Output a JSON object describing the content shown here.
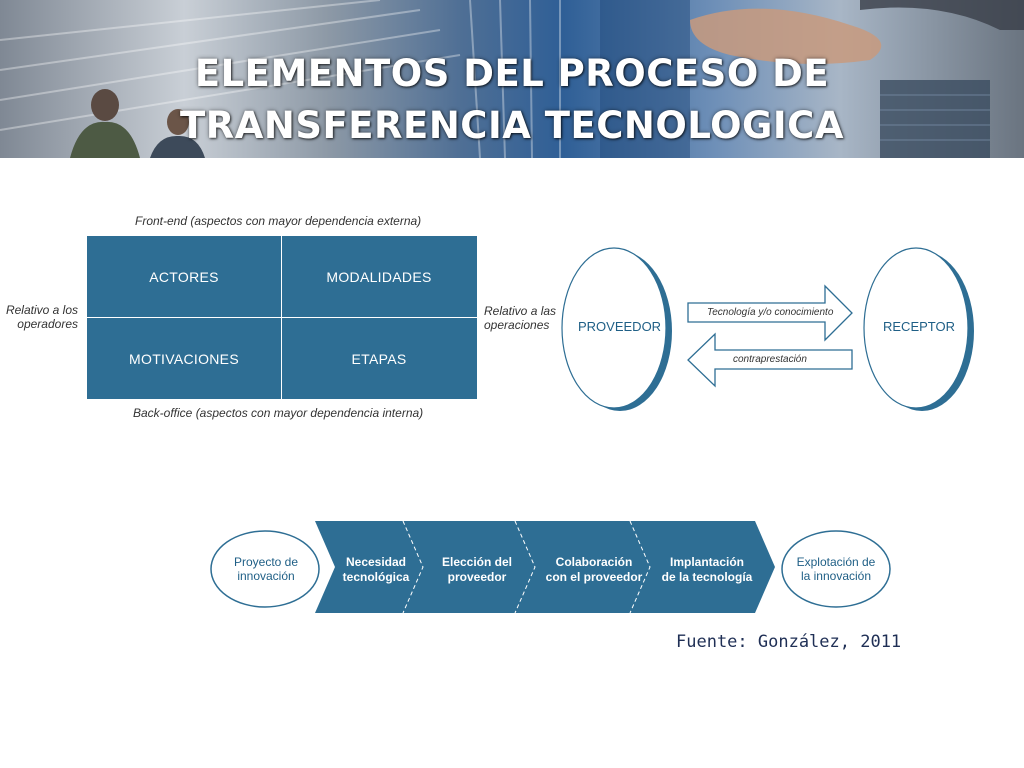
{
  "header": {
    "title_line1": "ELEMENTOS DEL PROCESO DE",
    "title_line2": "TRANSFERENCIA TECNOLOGICA"
  },
  "matrix": {
    "top_label": "Front-end (aspectos con mayor dependencia externa)",
    "bottom_label": "Back-office (aspectos con mayor dependencia interna)",
    "left_label_line1": "Relativo a los",
    "left_label_line2": "operadores",
    "right_label_line1": "Relativo a las",
    "right_label_line2": "operaciones",
    "cells": [
      "ACTORES",
      "MODALIDADES",
      "MOTIVACIONES",
      "ETAPAS"
    ]
  },
  "exchange": {
    "provider": "PROVEEDOR",
    "receiver": "RECEPTOR",
    "forward_arrow": "Tecnología y/o conocimiento",
    "back_arrow": "contraprestación"
  },
  "process": {
    "start_line1": "Proyecto de",
    "start_line2": "innovación",
    "steps": [
      {
        "line1": "Necesidad",
        "line2": "tecnológica"
      },
      {
        "line1": "Elección del",
        "line2": "proveedor"
      },
      {
        "line1": "Colaboración",
        "line2": "con el proveedor"
      },
      {
        "line1": "Implantación",
        "line2": "de la tecnología"
      }
    ],
    "end_line1": "Explotación de",
    "end_line2": "la innovación"
  },
  "source": "Fuente: González, 2011",
  "colors": {
    "primary_blue": "#2e6e94",
    "label_blue": "#1f5f86",
    "source_text": "#1f2f55"
  }
}
